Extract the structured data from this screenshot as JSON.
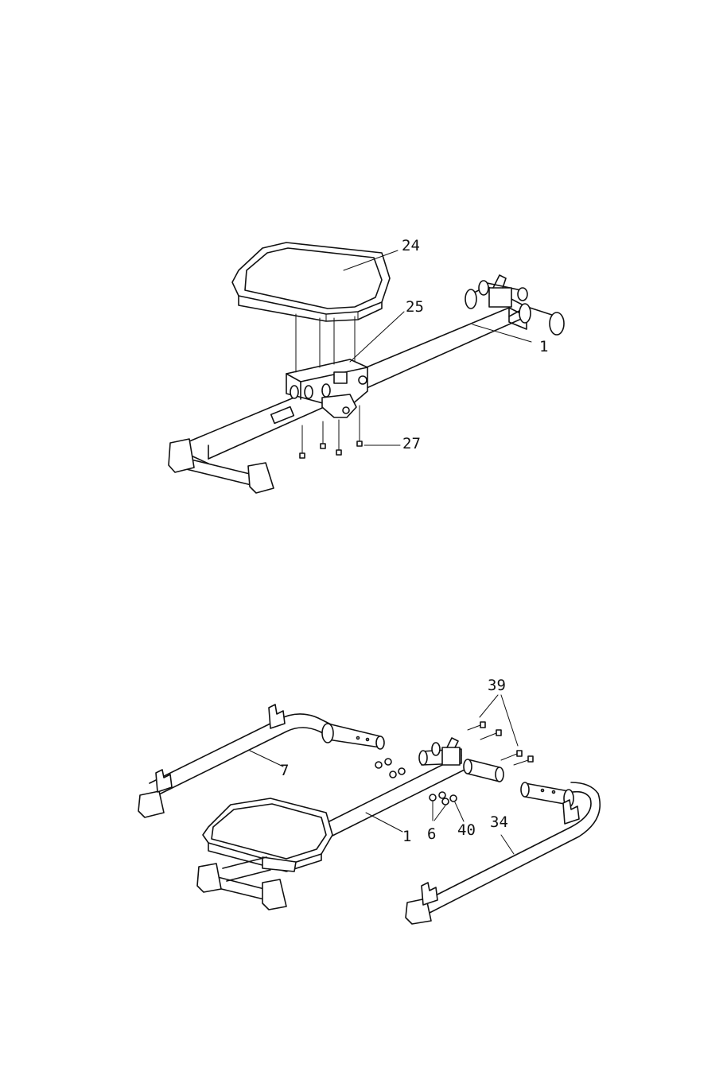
{
  "diagrams": [
    {
      "callouts": [
        {
          "label": "24"
        },
        {
          "label": "25"
        },
        {
          "label": "1"
        },
        {
          "label": "27"
        }
      ]
    },
    {
      "callouts": [
        {
          "label": "39"
        },
        {
          "label": "7"
        },
        {
          "label": "1"
        },
        {
          "label": "6"
        },
        {
          "label": "40"
        },
        {
          "label": "34"
        }
      ]
    }
  ],
  "colors": {
    "line": "#111111",
    "background": "#ffffff"
  }
}
